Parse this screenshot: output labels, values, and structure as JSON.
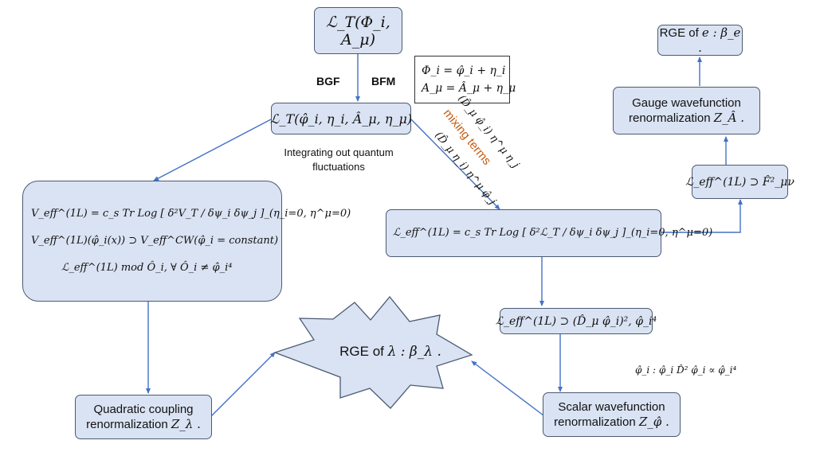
{
  "nodes": {
    "lagrangian_full": "ℒ_T(Φ_i, A_μ)",
    "lagrangian_split": "ℒ_T(φ̂_i, η_i, Â_μ, η_μ)",
    "split_definition": {
      "line1": "Φ_i = φ̂_i + η_i",
      "line2": "A_μ = Â_μ + η_μ"
    },
    "veff_box": {
      "line1": "V_eff^(1L) = c_s Tr Log [ δ²V_T / δψ_i δψ_j ]_(η_i=0, η^μ=0)",
      "line2": "V_eff^(1L)(φ̂_i(x)) ⊃ V_eff^CW(φ̂_i = constant)",
      "line3": "ℒ_eff^(1L) mod Ô_i, ∀ Ô_i ≠ φ̂_i⁴"
    },
    "leff_box": "ℒ_eff^(1L) = c_s Tr Log [ δ²ℒ_T / δψ_i δψ_j ]_(η_i=0, η^μ=0)",
    "leff_scalar": "ℒ_eff^(1L) ⊃ (D̂_μ φ̂_i)², φ̂_i⁴",
    "leff_gauge": "ℒ_eff^(1L) ⊃ F̂²_μν",
    "gauge_wf": {
      "line1": "Gauge wavefunction",
      "line2": "renormalization",
      "symbol": "Z_Â ."
    },
    "rge_e": {
      "text": "RGE of",
      "symbol": "e : β_e ."
    },
    "quad_coupling": {
      "line1": "Quadratic coupling",
      "line2": "renormalization",
      "symbol": "Z_λ ."
    },
    "scalar_wf": {
      "line1": "Scalar wavefunction",
      "line2": "renormalization",
      "symbol": "Z_φ̂ ."
    },
    "rge_lambda": {
      "text": "RGE of",
      "symbol": "λ : β_λ ."
    }
  },
  "labels": {
    "bgf": "BGF",
    "bfm": "BFM",
    "integrating": {
      "line1": "Integrating out quantum",
      "line2": "fluctuations"
    },
    "mixing_terms": "mixing terms",
    "mixing_term1": "(D̂_μ φ̂_i) η^μ η_j",
    "mixing_term2": "(D̂_μ η_i) η^μ φ̂_j",
    "scalar_note": "φ̂_i :  φ̂_i D̂² φ̂_i ∝ φ̂_i⁴"
  },
  "colors": {
    "box_fill": "#dae3f3",
    "box_stroke": "#4a5a74",
    "arrow": "#4472c4",
    "mixing_label": "#c55a11"
  }
}
